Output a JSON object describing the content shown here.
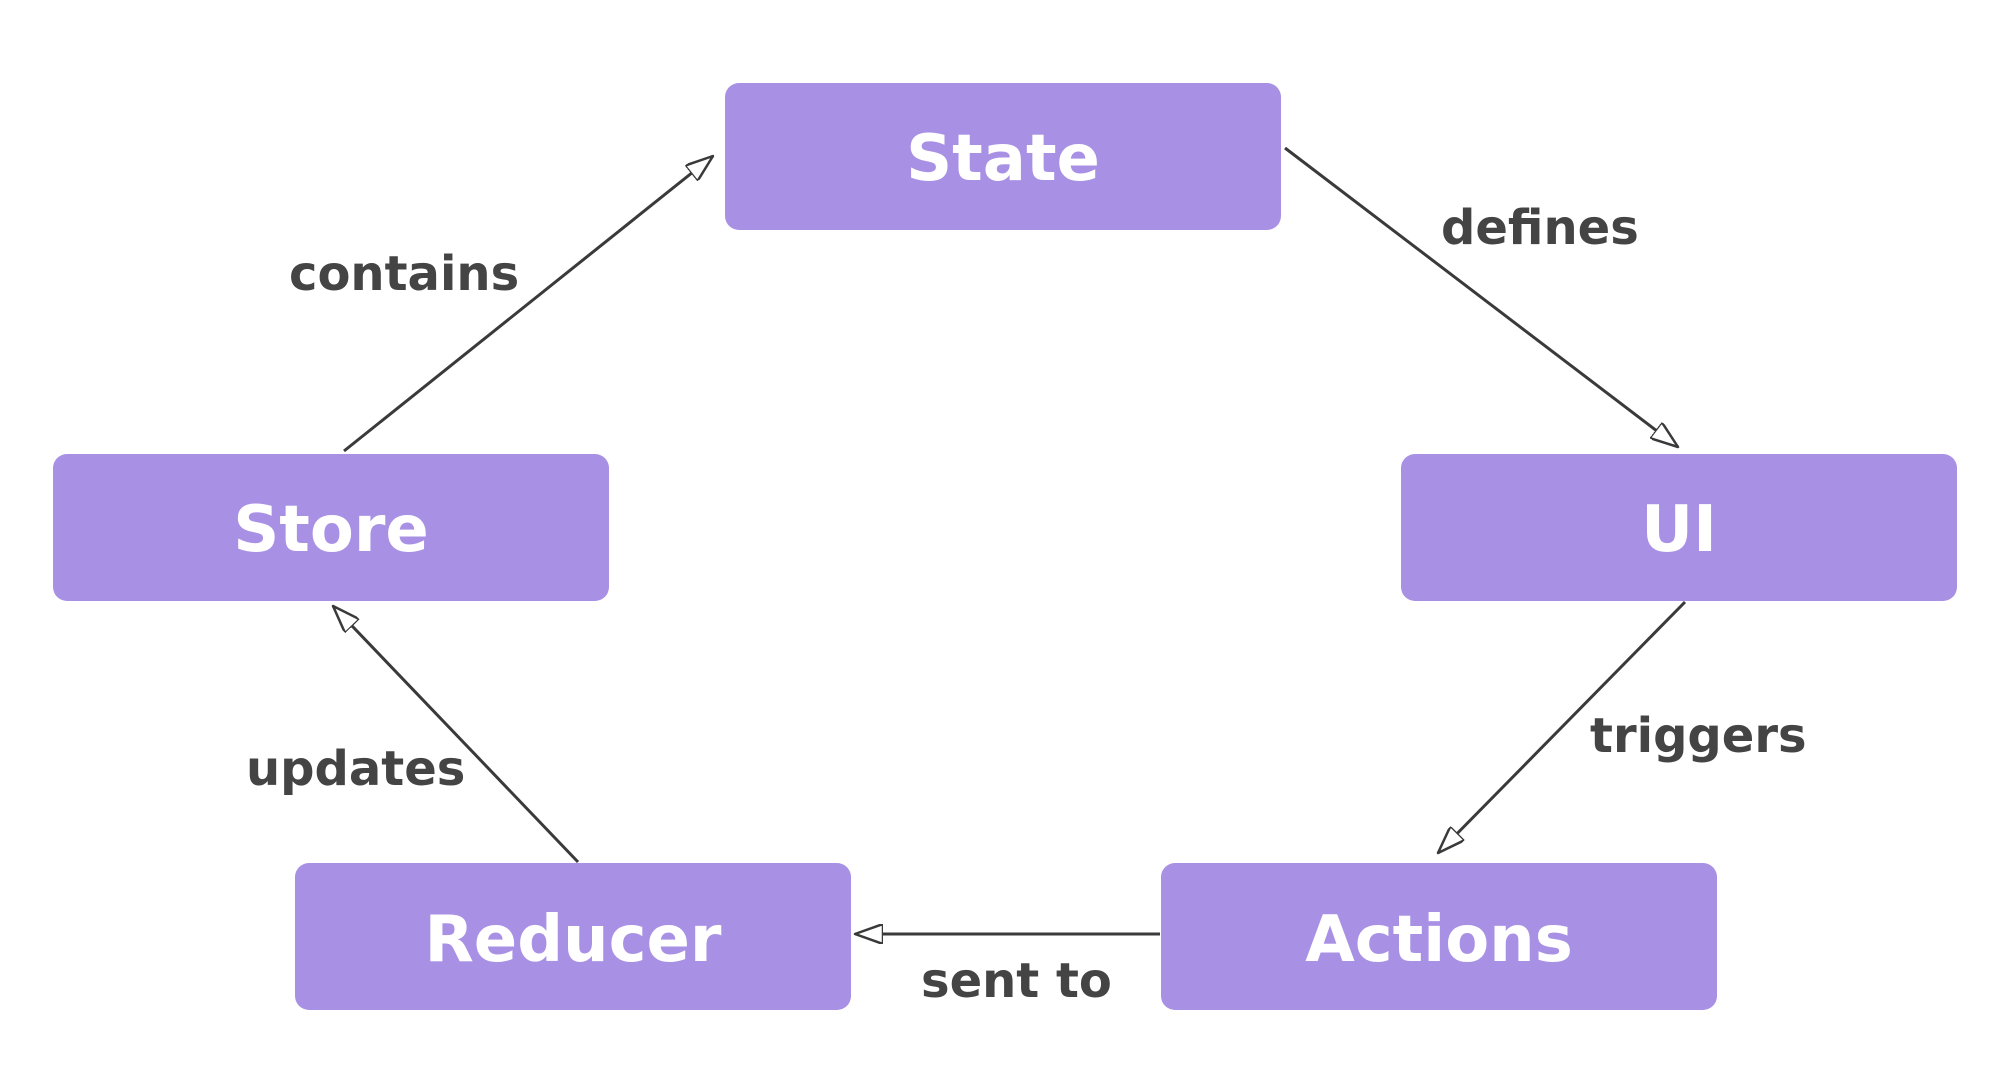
{
  "colors": {
    "node_fill": "#a891e4",
    "node_text": "#ffffff",
    "edge_stroke": "#3a3a3a",
    "edge_label": "#444444",
    "background": "#ffffff"
  },
  "nodes": {
    "state": {
      "label": "State"
    },
    "ui": {
      "label": "UI"
    },
    "actions": {
      "label": "Actions"
    },
    "reducer": {
      "label": "Reducer"
    },
    "store": {
      "label": "Store"
    }
  },
  "edges": {
    "state_to_ui": {
      "label": "defines"
    },
    "ui_to_actions": {
      "label": "triggers"
    },
    "actions_to_reducer": {
      "label": "sent to"
    },
    "reducer_to_store": {
      "label": "updates"
    },
    "store_to_state": {
      "label": "contains"
    }
  }
}
